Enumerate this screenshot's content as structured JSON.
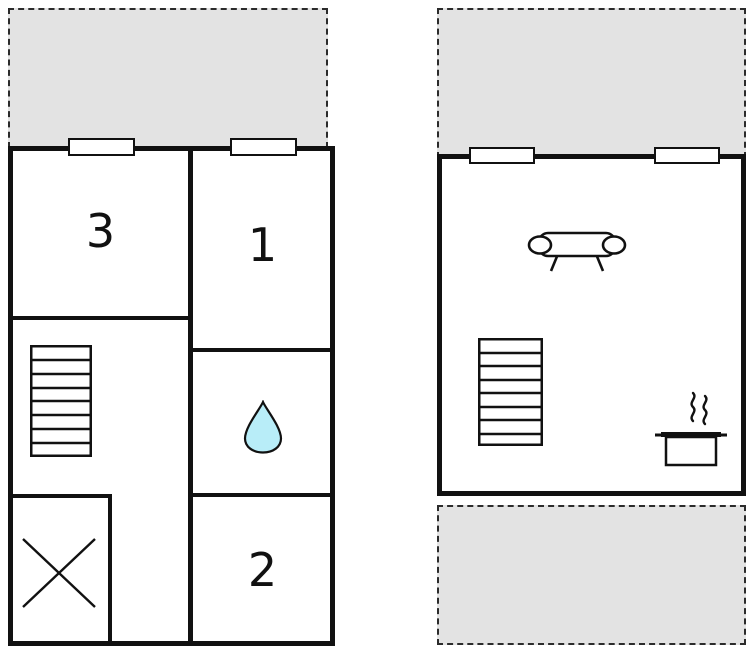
{
  "plans": {
    "left": {
      "rooms": [
        {
          "label": "3"
        },
        {
          "label": "1"
        },
        {
          "label": "2"
        }
      ],
      "icons": [
        {
          "name": "stairs-icon"
        },
        {
          "name": "water-drop-icon"
        },
        {
          "name": "cross-icon"
        }
      ]
    },
    "right": {
      "icons": [
        {
          "name": "sofa-icon"
        },
        {
          "name": "stairs-icon"
        },
        {
          "name": "cooking-pot-icon"
        }
      ]
    }
  },
  "colors": {
    "wall": "#111111",
    "terrace_fill": "#e3e3e3",
    "water_drop": "#b8edf8",
    "background": "#ffffff"
  }
}
